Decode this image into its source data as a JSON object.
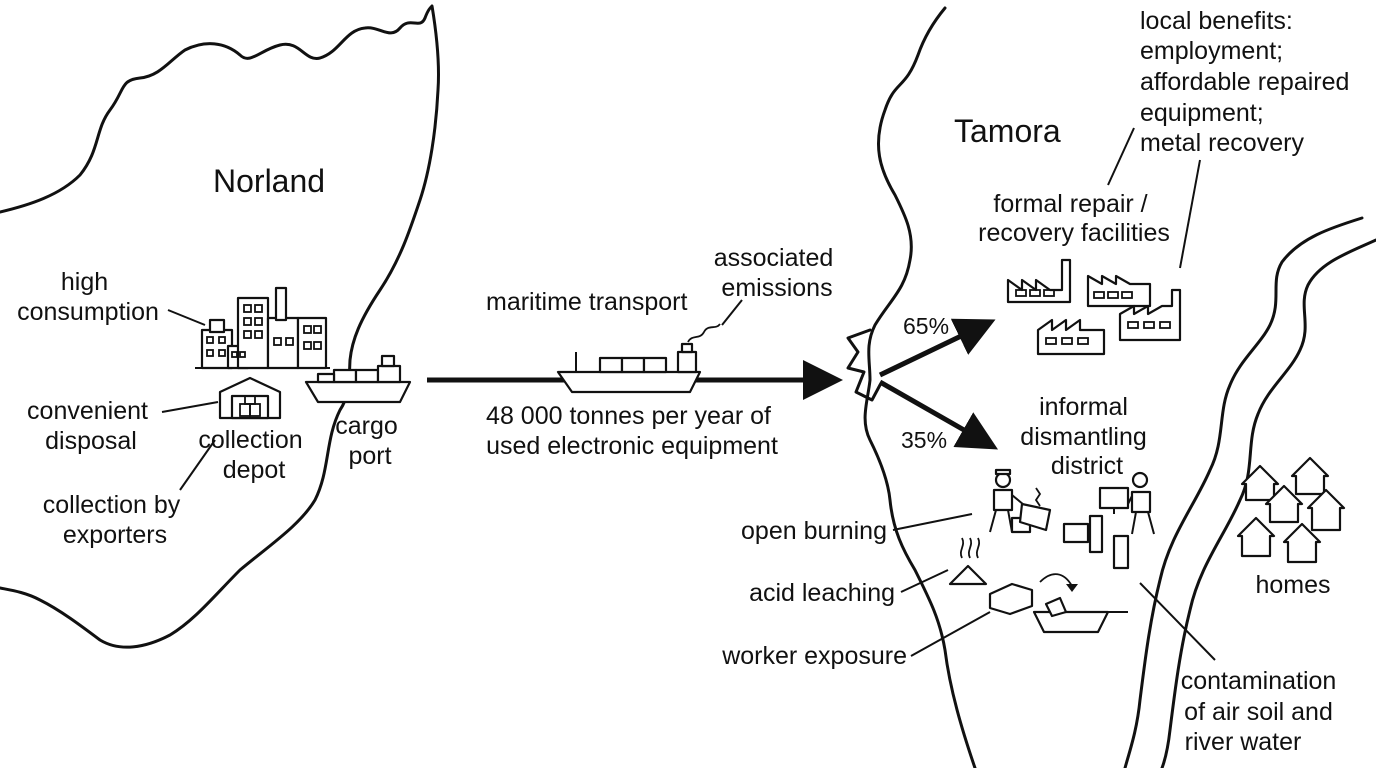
{
  "regions": {
    "origin": "Norland",
    "destination": "Tamora"
  },
  "norland_labels": {
    "high_consumption": [
      "high",
      "consumption"
    ],
    "convenient_disposal": [
      "convenient",
      "disposal"
    ],
    "collection_depot": [
      "collection",
      "depot"
    ],
    "collection_by_exporters": [
      "collection by",
      "exporters"
    ],
    "cargo_port": [
      "cargo",
      "port"
    ]
  },
  "transport": {
    "maritime": "maritime transport",
    "emissions": [
      "associated",
      "emissions"
    ],
    "volume": [
      "48 000 tonnes per year of",
      "used electronic equipment"
    ]
  },
  "split": {
    "formal_share": "65%",
    "informal_share": "35%"
  },
  "tamora_labels": {
    "formal": [
      "formal repair /",
      "recovery facilities"
    ],
    "benefits": [
      "local benefits:",
      "employment;",
      "affordable repaired",
      "equipment;",
      "metal recovery"
    ],
    "informal": [
      "informal",
      "dismantling",
      "district"
    ],
    "open_burning": "open burning",
    "acid_leaching": "acid leaching",
    "worker_exposure": "worker exposure",
    "homes": "homes",
    "contamination": [
      "contamination",
      "of air soil and",
      "river water"
    ]
  }
}
